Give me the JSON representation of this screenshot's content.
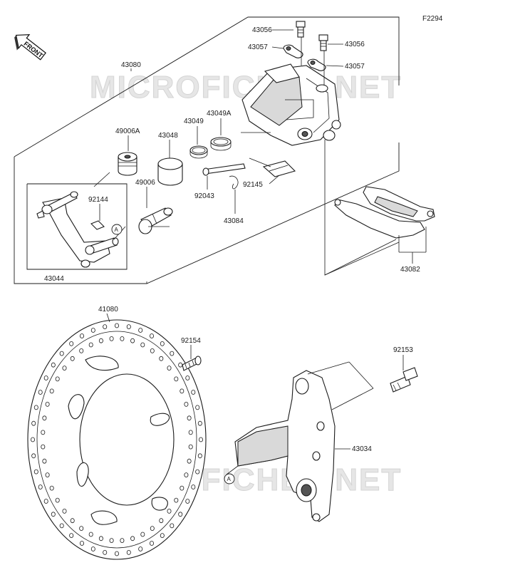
{
  "figure_code": "F2294",
  "front_label": "FRONT",
  "watermark": "MICROFICHES.NET",
  "ref_marker": "A",
  "parts": {
    "p43056a": "43056",
    "p43056b": "43056",
    "p43057a": "43057",
    "p43057b": "43057",
    "p43080": "43080",
    "p43049A": "43049A",
    "p43049": "43049",
    "p49006A": "49006A",
    "p43048": "43048",
    "p92144": "92144",
    "p49006": "49006",
    "p92145": "92145",
    "p92043": "92043",
    "p43084": "43084",
    "p43044": "43044",
    "p43082": "43082",
    "p41080": "41080",
    "p92154": "92154",
    "p92153": "92153",
    "p43034": "43034"
  }
}
